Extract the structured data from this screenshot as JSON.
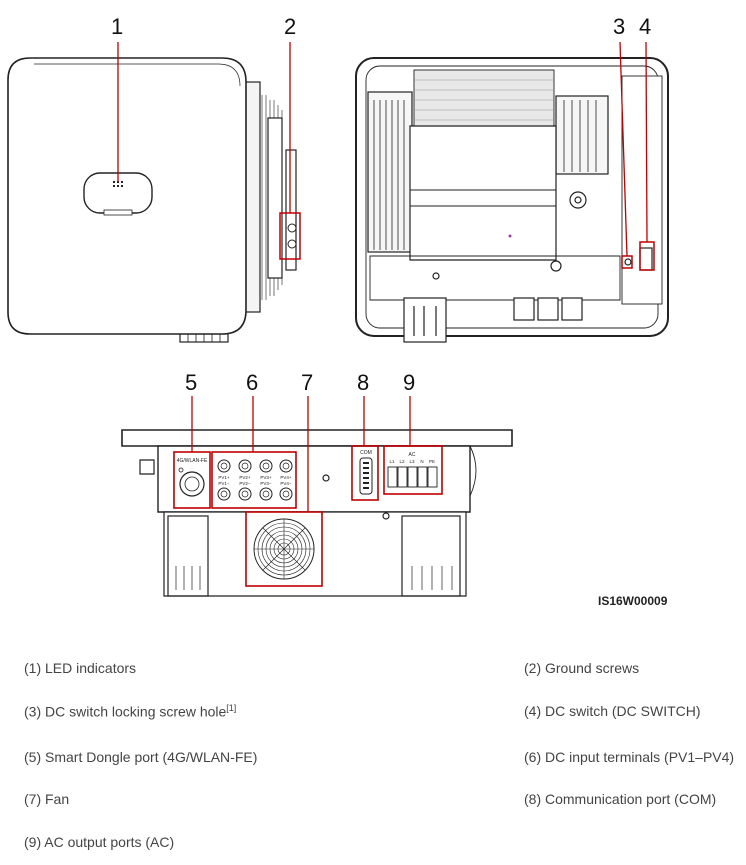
{
  "callouts": [
    "1",
    "2",
    "3",
    "4",
    "5",
    "6",
    "7",
    "8",
    "9"
  ],
  "figure_code": "IS16W00009",
  "port_labels": {
    "dongle": "4G/WLAN-FE",
    "pv_top": [
      "PV1+",
      "PV2+",
      "PV3+",
      "PV4+"
    ],
    "pv_bottom": [
      "PV1−",
      "PV2−",
      "PV3−",
      "PV4−"
    ],
    "com": "COM",
    "ac": "AC",
    "ac_terminals": [
      "L1",
      "L2",
      "L3",
      "N",
      "PE"
    ]
  },
  "legend": [
    {
      "text": "(1) LED indicators"
    },
    {
      "text": "(2) Ground screws"
    },
    {
      "text": "(3) DC switch locking screw hole",
      "note": "[1]"
    },
    {
      "text": "(4) DC switch (DC SWITCH)"
    },
    {
      "text": "(5) Smart Dongle port (4G/WLAN-FE)"
    },
    {
      "text": "(6) DC input terminals (PV1–PV4)"
    },
    {
      "text": "(7) Fan"
    },
    {
      "text": "(8) Communication port (COM)"
    },
    {
      "text": "(9) AC output ports (AC)"
    }
  ],
  "colors": {
    "highlight": "#c00000",
    "line": "#222222"
  }
}
